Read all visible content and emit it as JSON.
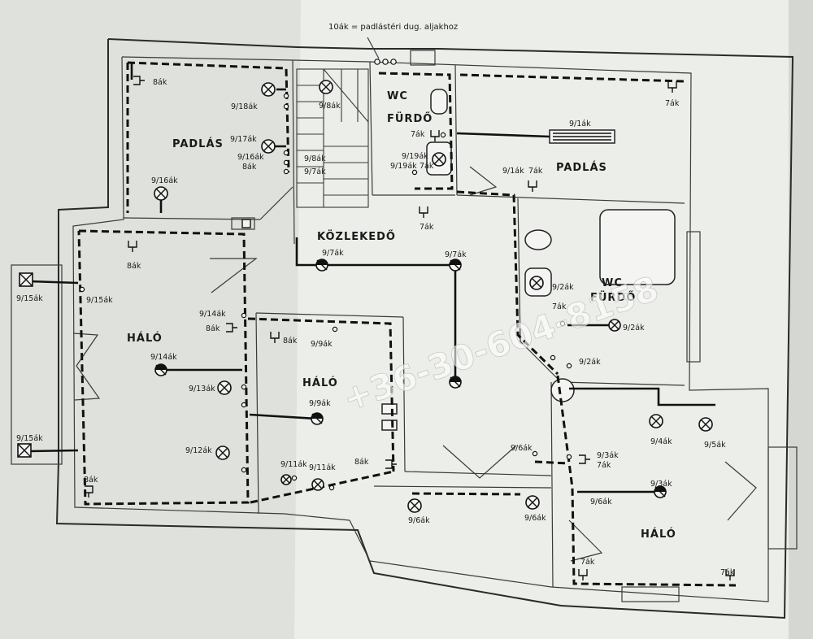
{
  "header_note": "10ák = padlástéri dug. aljakhoz",
  "watermark": "+36-30-604-8158",
  "rooms": {
    "padlas_left": "PADLÁS",
    "padlas_right": "PADLÁS",
    "wc_top_1": "WC",
    "wc_top_2": "FÜRDŐ",
    "wc_right_1": "WC",
    "wc_right_2": "FÜRDŐ",
    "kozlekedo": "KÖZLEKEDŐ",
    "halo_left": "HÁLÓ",
    "halo_mid": "HÁLÓ",
    "halo_right": "HÁLÓ"
  },
  "labels": {
    "l8ak_a": "8ák",
    "l9_18": "9/18ák",
    "l9_8": "9/8ák",
    "l9_17": "9/17ák",
    "l9_16a": "9/16ák",
    "l8ak_b": "8ák",
    "l9_8b": "9/8ák",
    "l9_7b": "9/7ák",
    "l9_16": "9/16ák",
    "l7ak_wc": "7ák",
    "l9_19": "9/19ák",
    "l9_19b": "9/19ák",
    "l7ak_wc2": "7ák",
    "l7ak_c": "7ák",
    "l9_1": "9/1ák",
    "l9_1b": "9/1ák",
    "l7ak_d": "7ák",
    "l7ak_e": "7ák",
    "l8ak_c": "8ák",
    "l9_7a": "9/7ák",
    "l9_7c": "9/7ák",
    "l9_15a": "9/15ák",
    "l9_15b": "9/15ák",
    "l9_15c": "9/15ák",
    "l9_14a": "9/14ák",
    "l8ak_d": "8ák",
    "l8ak_e": "8ák",
    "l9_14b": "9/14ák",
    "l9_13": "9/13ák",
    "l9_9a": "9/9ák",
    "l9_9b": "9/9ák",
    "l9_12": "9/12ák",
    "l8ak_f": "8ák",
    "l9_11a": "9/11ák",
    "l9_11b": "9/11ák",
    "l8ak_g": "8ák",
    "l9_2a": "9/2ák",
    "l7ak_f": "7ák",
    "l9_2b": "9/2ák",
    "l9_2c": "9/2ák",
    "l9_4": "9/4ák",
    "l9_5": "9/5ák",
    "l9_6a": "9/6ák",
    "l9_3a": "9/3ák",
    "l7ak_g": "7ák",
    "l9_3b": "9/3ák",
    "l9_6b": "9/6ák",
    "l9_6c": "9/6ák",
    "l9_6d": "9/6ák",
    "l7ak_h": "7ák",
    "l7ak_i": "7ák"
  }
}
